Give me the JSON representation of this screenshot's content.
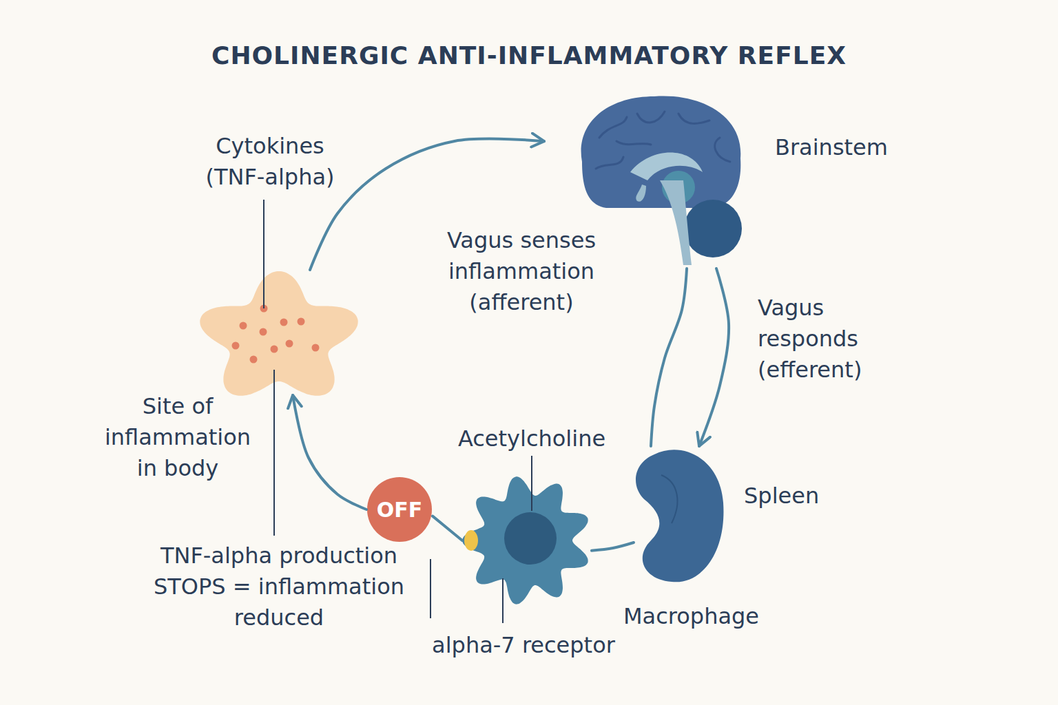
{
  "diagram": {
    "title": "CHOLINERGIC ANTI-INFLAMMATORY REFLEX",
    "nodes": [
      {
        "text": [
          "Cytokines (TNF-alpha)",
          "Site of inflammation in body"
        ]
      },
      {
        "text": [
          "Brainstem"
        ]
      },
      {
        "text": [
          "Spleen"
        ]
      },
      {
        "text": [
          "Acetylcholine",
          "alpha-7 receptor",
          "Macrophage"
        ]
      },
      {
        "text": [
          "OFF"
        ]
      }
    ],
    "edges": [
      {
        "from": 0,
        "to": 1,
        "arrow": "to",
        "label": "Vagus senses inflammation (afferent)"
      },
      {
        "from": 1,
        "to": 2,
        "arrow": "to",
        "label": "Vagus responds (efferent)"
      },
      {
        "from": 1,
        "to": 2,
        "arrow": "none"
      },
      {
        "from": 2,
        "to": 3,
        "arrow": "none"
      },
      {
        "from": 3,
        "to": 4,
        "arrow": "none"
      },
      {
        "from": 4,
        "to": 0,
        "arrow": "to"
      }
    ],
    "labels": [
      "TNF-alpha production STOPS = inflammation reduced"
    ]
  }
}
